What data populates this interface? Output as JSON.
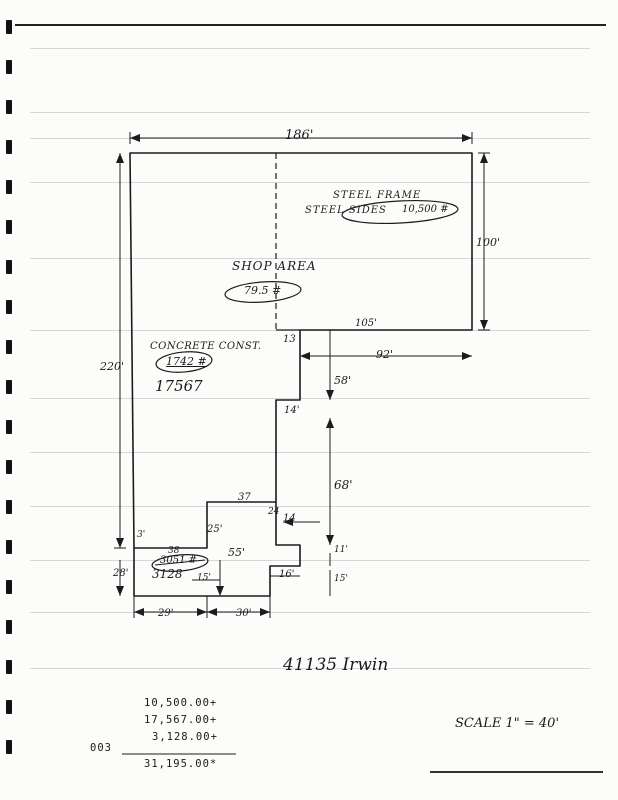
{
  "plan": {
    "dims": {
      "top_width": "186'",
      "right_height": "100'",
      "left_height": "220'",
      "inner_105": "105'",
      "d13": "13",
      "d92": "92'",
      "d58": "58'",
      "d14a": "14'",
      "d68": "68'",
      "d37": "37",
      "d24": "24",
      "d14b": "14",
      "d25": "25'",
      "d3": "3'",
      "d38": "38",
      "d55": "55'",
      "d11": "11'",
      "d15a": "15'",
      "d16": "16'",
      "d15b": "15'",
      "d28": "28'",
      "d29": "29'",
      "d30": "30'"
    },
    "labels": {
      "steel_frame": "STEEL FRAME",
      "steel_sides": "STEEL SIDES",
      "steel_area": "10,500 #",
      "shop_area": "SHOP AREA",
      "shop_area_value": "79.5 #",
      "concrete": "CONCRETE CONST.",
      "concrete_area": "1742 #",
      "concrete_total": "17567",
      "small_area_crossed": "3051 #",
      "small_area": "3128"
    },
    "id_note": "41135 Irwin",
    "scale": "SCALE 1\" = 40'"
  },
  "tape": {
    "line1": "10,500.00+",
    "line2": "17,567.00+",
    "line3": "3,128.00+",
    "count": "003",
    "total": "31,195.00*"
  }
}
